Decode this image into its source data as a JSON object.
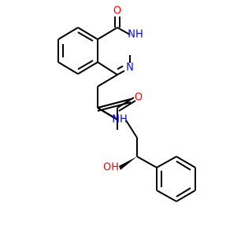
{
  "colors": {
    "bond": "#000000",
    "oxygen": "#ff0000",
    "nitrogen": "#0000ff",
    "background": "#ffffff"
  },
  "labels": {
    "ketone_o": "O",
    "lactam_nh": "NH",
    "ring_n": "N",
    "amide_o": "O",
    "amide_nh": "NH",
    "hydroxyl_oh": "OH"
  }
}
